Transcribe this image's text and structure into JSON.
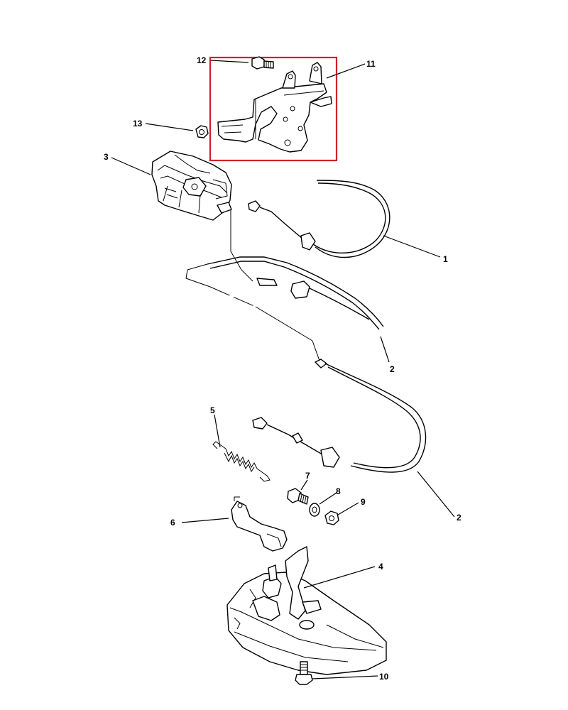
{
  "colors": {
    "highlight": "#d0202a",
    "ink": "#000000",
    "paper": "#ffffff"
  },
  "callouts": {
    "c1": "1",
    "c2a": "2",
    "c2b": "2",
    "c3": "3",
    "c4": "4",
    "c5": "5",
    "c6": "6",
    "c7": "7",
    "c8": "8",
    "c9": "9",
    "c10": "10",
    "c11": "11",
    "c12": "12",
    "c13": "13"
  }
}
